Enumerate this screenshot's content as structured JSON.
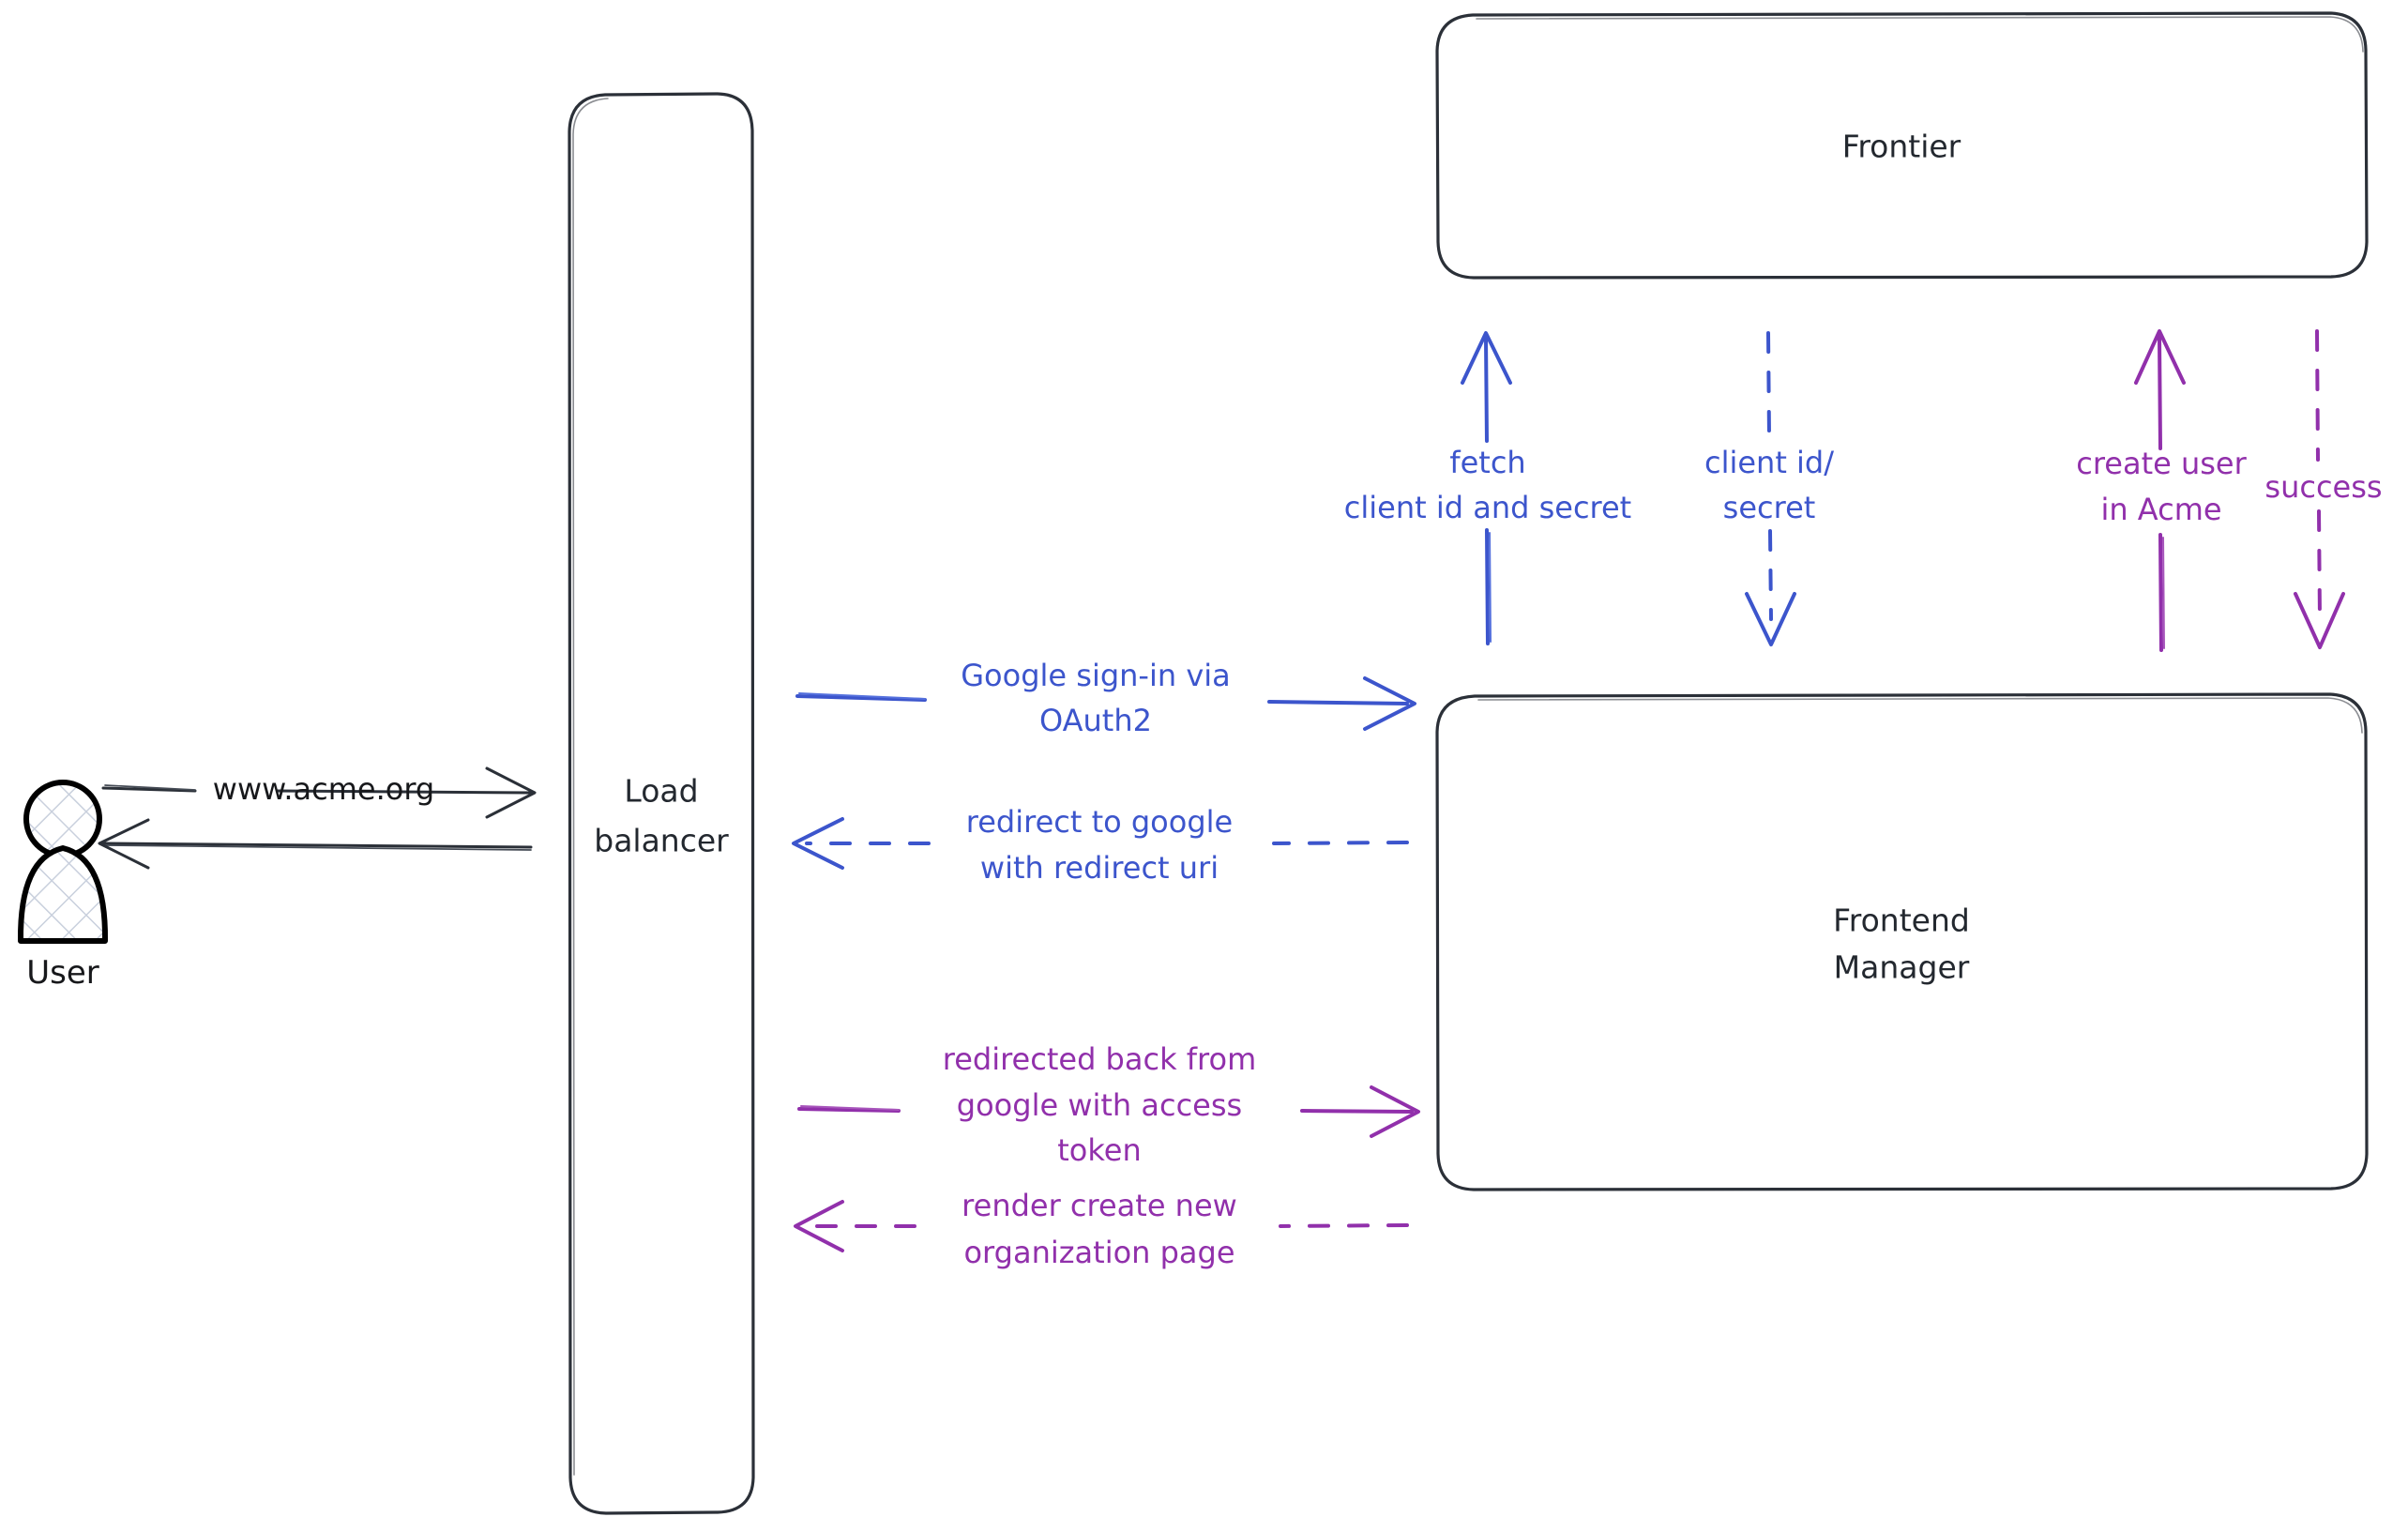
{
  "diagram": {
    "title": "Google sign-in OAuth2 flow",
    "background": "#ffffff",
    "colors": {
      "dark": "#2b3038",
      "blue": "#3c55cc",
      "purple": "#9130ab"
    }
  },
  "actors": [
    {
      "id": "user",
      "label": "User",
      "icon": "person-icon"
    }
  ],
  "nodes": [
    {
      "id": "load-balancer",
      "label_line1": "Load",
      "label_line2": "balancer",
      "shape": "rounded-rect"
    },
    {
      "id": "frontier",
      "label_line1": "Frontier",
      "label_line2": "",
      "shape": "rounded-rect"
    },
    {
      "id": "frontend-manager",
      "label_line1": "Frontend",
      "label_line2": "Manager",
      "shape": "rounded-rect"
    }
  ],
  "edges": [
    {
      "id": "user-to-lb",
      "label": "www.acme.org",
      "color": "#2b3038",
      "style": "solid",
      "direction": "right",
      "from": "user",
      "to": "load-balancer"
    },
    {
      "id": "lb-to-user",
      "label": "",
      "color": "#2b3038",
      "style": "solid",
      "direction": "left",
      "from": "load-balancer",
      "to": "user"
    },
    {
      "id": "lb-to-fm-signin",
      "label_line1": "Google sign-in via",
      "label_line2": "OAuth2",
      "color": "#3c55cc",
      "style": "solid",
      "direction": "right",
      "from": "load-balancer",
      "to": "frontend-manager"
    },
    {
      "id": "fm-to-lb-redirect",
      "label_line1": "redirect to google",
      "label_line2": "with redirect uri",
      "color": "#3c55cc",
      "style": "dashed",
      "direction": "left",
      "from": "frontend-manager",
      "to": "load-balancer"
    },
    {
      "id": "lb-to-fm-token",
      "label_line1": "redirected back from",
      "label_line2": "google with access",
      "label_line3": "token",
      "color": "#9130ab",
      "style": "solid",
      "direction": "right",
      "from": "load-balancer",
      "to": "frontend-manager"
    },
    {
      "id": "fm-to-lb-render",
      "label_line1": "render create new",
      "label_line2": "organization page",
      "color": "#9130ab",
      "style": "dashed",
      "direction": "left",
      "from": "frontend-manager",
      "to": "load-balancer"
    },
    {
      "id": "fm-to-frontier-fetch",
      "label_line1": "fetch",
      "label_line2": "client id and secret",
      "color": "#3c55cc",
      "style": "solid",
      "direction": "up",
      "from": "frontend-manager",
      "to": "frontier"
    },
    {
      "id": "frontier-to-fm-credentials",
      "label_line1": "client id/",
      "label_line2": "secret",
      "color": "#3c55cc",
      "style": "dashed",
      "direction": "down",
      "from": "frontier",
      "to": "frontend-manager"
    },
    {
      "id": "fm-to-frontier-create-user",
      "label_line1": "create user",
      "label_line2": "in Acme",
      "color": "#9130ab",
      "style": "solid",
      "direction": "up",
      "from": "frontend-manager",
      "to": "frontier"
    },
    {
      "id": "frontier-to-fm-success",
      "label_line1": "success",
      "label_line2": "",
      "color": "#9130ab",
      "style": "dashed",
      "direction": "down",
      "from": "frontier",
      "to": "frontend-manager"
    }
  ]
}
